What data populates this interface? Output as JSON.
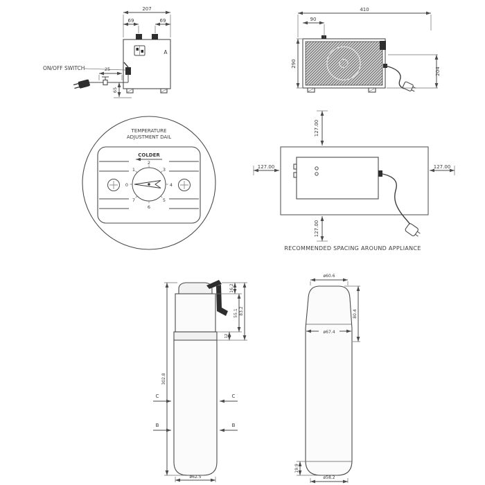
{
  "views": {
    "chiller_front": {
      "label": "A",
      "dim_width": "207",
      "dim_offset_left": "69",
      "dim_offset_right": "69",
      "dim_switch": "25",
      "dim_drop": "65",
      "switch_label": "ON/OFF SWITCH"
    },
    "chiller_rear": {
      "dim_width": "410",
      "dim_offset": "90",
      "dim_height": "290",
      "dim_depth": "204"
    },
    "dial": {
      "title_line1": "TEMPERATURE",
      "title_line2": "ADJUSTMENT DAIL",
      "direction_label": "COLDER",
      "numbers": [
        "0",
        "1",
        "2",
        "3",
        "4",
        "5",
        "6",
        "7"
      ]
    },
    "spacing": {
      "dim_top": "127.00",
      "dim_left": "127.00",
      "dim_right": "127.00",
      "dim_bottom": "127.00",
      "caption": "RECOMMENDED SPACING AROUND APPLIANCE"
    },
    "filter_front": {
      "dim_tab": "16.2",
      "dim_head_total": "83.2",
      "dim_head": "55.1",
      "dim_collar": "12",
      "dim_height": "302.8",
      "dim_diameter": "ø62.5",
      "section_c": "C",
      "section_b": "B"
    },
    "filter_side": {
      "dim_top_diameter": "ø60.6",
      "dim_head_height": "80.4",
      "dim_body_diameter": "ø67.4",
      "dim_base_height": "19.9",
      "dim_bottom_diameter": "ø58.2"
    }
  }
}
